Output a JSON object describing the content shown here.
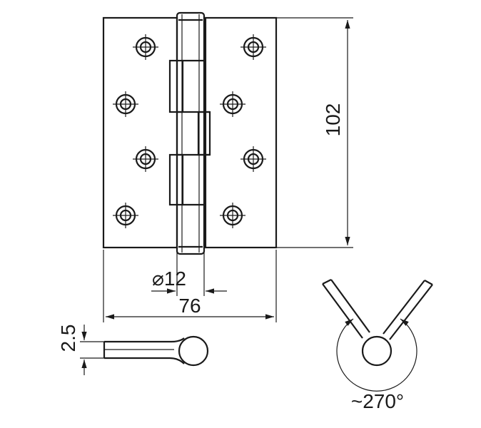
{
  "dimensions": {
    "height": "102",
    "width": "76",
    "pin_diameter": "⌀12",
    "thickness": "2.5",
    "opening_angle": "~270°"
  },
  "colors": {
    "line": "#1a1a1a",
    "background": "#ffffff"
  }
}
